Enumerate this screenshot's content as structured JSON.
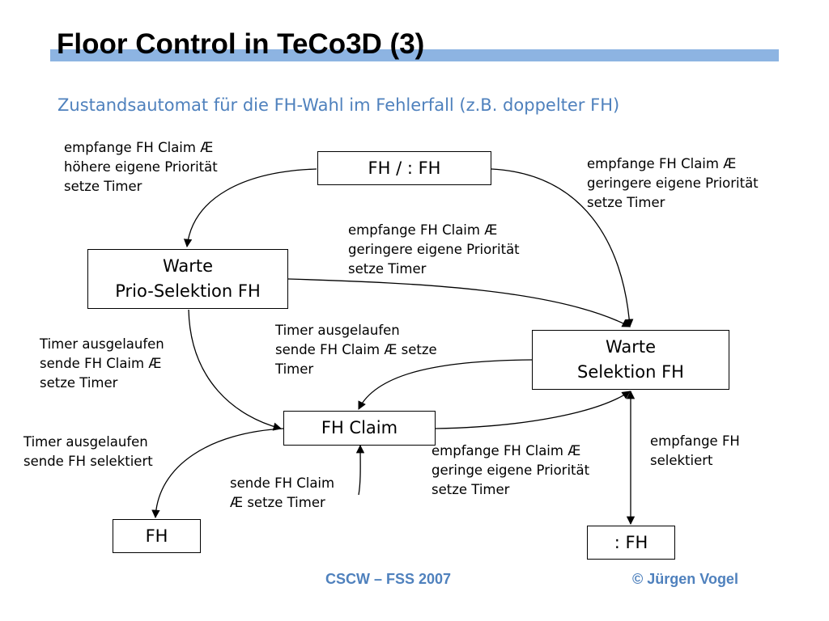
{
  "slide": {
    "title": "Floor Control in TeCo3D (3)",
    "subtitle": "Zustandsautomat für die FH-Wahl im Fehlerfall (z.B. doppelter FH)",
    "accent_color": "#4f81bd",
    "title_bar_color": "#8db4e2"
  },
  "diagram": {
    "nodes": {
      "fh_not_fh": "FH / : FH",
      "warte_prio": [
        "Warte",
        "Prio-Selektion FH"
      ],
      "warte_selektion": [
        "Warte",
        "Selektion FH"
      ],
      "fh_claim": "FH Claim",
      "fh": "FH",
      "not_fh": ": FH"
    },
    "labels": {
      "top_left": [
        "empfange FH Claim Æ",
        "höhere eigene Priorität",
        "setze Timer"
      ],
      "top_right": [
        "empfange FH Claim Æ",
        "geringere eigene Priorität",
        "setze Timer"
      ],
      "middle": [
        "empfange FH Claim Æ",
        "geringere eigene Priorität",
        "setze Timer"
      ],
      "left_timer": [
        "Timer ausgelaufen",
        "sende FH Claim Æ",
        "setze Timer"
      ],
      "center_timer": [
        "Timer ausgelaufen",
        "sende FH Claim Æ setze",
        "Timer"
      ],
      "bottom_left_timer": [
        "Timer ausgelaufen",
        "sende FH selektiert"
      ],
      "send_claim": [
        "sende FH Claim",
        "Æ setze Timer"
      ],
      "bottom_right_claim": [
        "empfange FH Claim Æ",
        "geringe eigene Priorität",
        "setze Timer"
      ],
      "receive_selected": [
        "empfange FH",
        "selektiert"
      ]
    }
  },
  "footer": {
    "course": "CSCW – FSS 2007",
    "copyright": "© Jürgen Vogel"
  }
}
